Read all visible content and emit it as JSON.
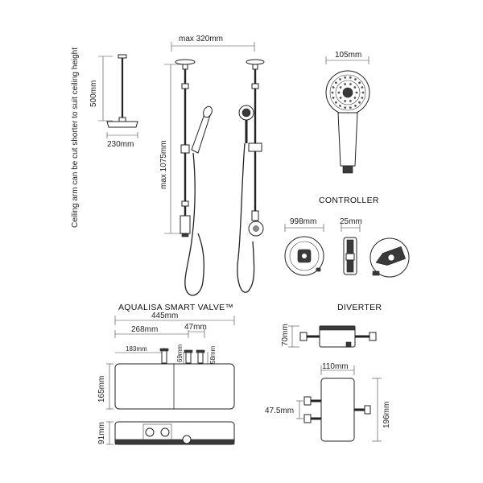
{
  "labels": {
    "ceiling_note": "Ceiling arm can be cut shorter to suit ceiling height",
    "arm_500": "500mm",
    "head_230": "230mm",
    "max_320": "max 320mm",
    "max_1075": "max 1075mm",
    "hand_105": "105mm",
    "controller_title": "CONTROLLER",
    "ctrl_998": "998mm",
    "ctrl_25": "25mm",
    "valve_title": "AQUALISA SMART VALVE™",
    "valve_445": "445mm",
    "valve_268": "268mm",
    "valve_47": "47mm",
    "valve_183": "183mm",
    "valve_69": "69mm",
    "valve_58": "58mm",
    "valve_165": "165mm",
    "valve_91": "91mm",
    "diverter_title": "DIVERTER",
    "div_70": "70mm",
    "div_110": "110mm",
    "div_196": "196mm",
    "div_47_5": "47.5mm"
  }
}
